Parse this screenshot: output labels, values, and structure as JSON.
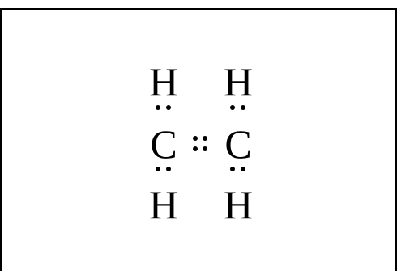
{
  "diagram": {
    "atoms": {
      "h_top_left": "H",
      "h_top_right": "H",
      "c_left": "C",
      "c_right": "C",
      "h_bottom_left": "H",
      "h_bottom_right": "H"
    },
    "colors": {
      "ink": "#000000",
      "background": "#ffffff",
      "border": "#000000"
    }
  }
}
